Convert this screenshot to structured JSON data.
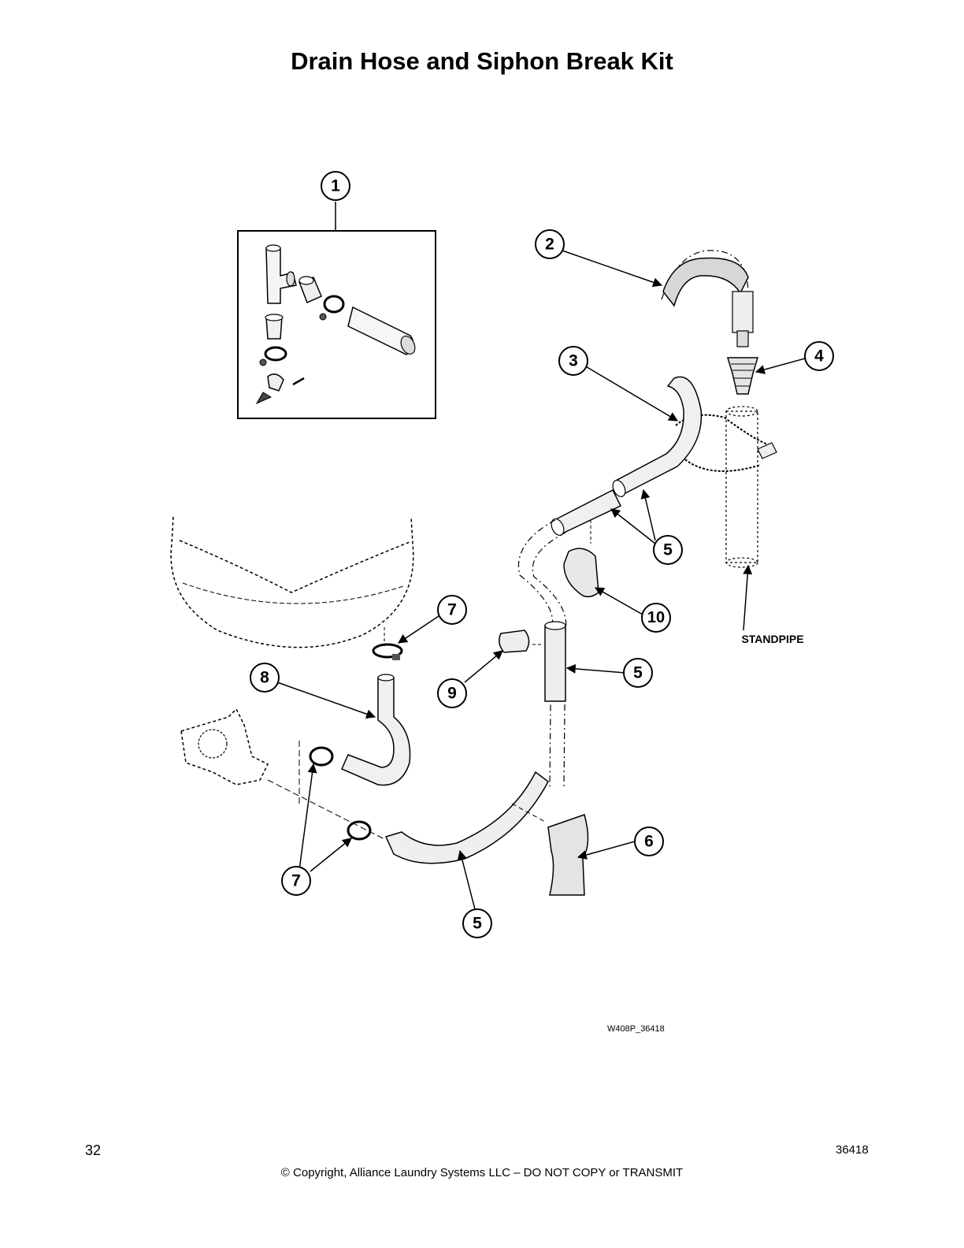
{
  "page": {
    "title": "Drain Hose and Siphon Break Kit",
    "page_number": "32",
    "copyright": "© Copyright, Alliance Laundry Systems LLC – DO NOT COPY or TRANSMIT",
    "document_number": "36418",
    "figure_id": "W408P_36418"
  },
  "callouts": {
    "c1": "1",
    "c2": "2",
    "c3": "3",
    "c4": "4",
    "c5a": "5",
    "c5b": "5",
    "c5c": "5",
    "c6": "6",
    "c7a": "7",
    "c7b": "7",
    "c8": "8",
    "c9": "9",
    "c10": "10"
  },
  "labels": {
    "standpipe": "STANDPIPE"
  }
}
